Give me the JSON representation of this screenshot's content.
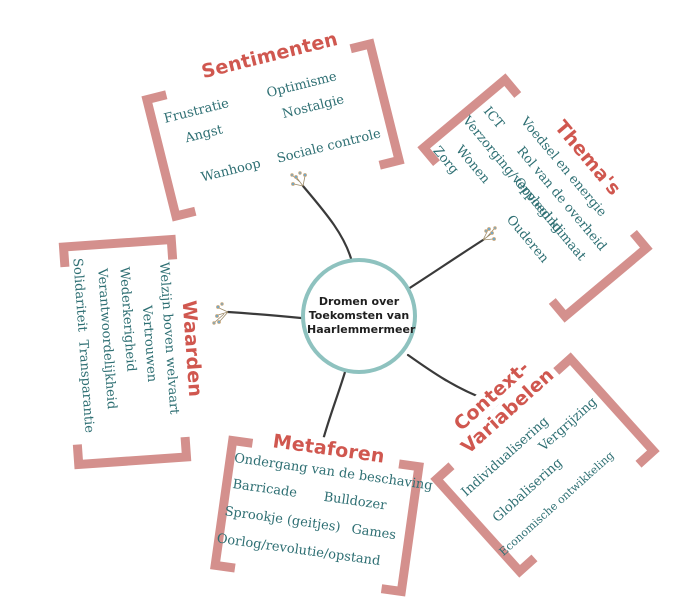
{
  "center": {
    "label": "Dromen over\nToekomsten van\nHaarlemmermeer"
  },
  "colors": {
    "title": "#d0574f",
    "bracket": "#d4908d",
    "text": "#2e6f73",
    "circle": "#8ec2bf",
    "stem": "#3a3a3a",
    "sprig": "#6fa7c9"
  },
  "sentimenten": {
    "title": "Sentimenten",
    "items": [
      "Frustratie",
      "Optimisme",
      "Angst",
      "Nostalgie",
      "Wanhoop",
      "Sociale controle"
    ]
  },
  "themas": {
    "title": "Thema's",
    "items": [
      "Voedsel en energie",
      "ICT",
      "Rol van de overheid",
      "Opvoed klimaat",
      "Verzorging/verpleging",
      "Wonen",
      "Zorg",
      "Ouderen"
    ]
  },
  "waarden": {
    "title": "Waarden",
    "items": [
      "Welzijn boven welvaart",
      "Vertrouwen",
      "Wederkerigheid",
      "Verantwoordelijkheid",
      "Solidariteit",
      "Transparantie"
    ]
  },
  "metaforen": {
    "title": "Metaforen",
    "items": [
      "Ondergang van de beschaving",
      "Barricade",
      "Bulldozer",
      "Sprookje (geitjes)",
      "Games",
      "Oorlog/revolutie/opstand"
    ]
  },
  "context": {
    "title_line1": "Context-",
    "title_line2": "Variabelen",
    "items": [
      "Individualisering",
      "Vergrijzing",
      "Globalisering",
      "Economische ontwikkeling"
    ]
  }
}
